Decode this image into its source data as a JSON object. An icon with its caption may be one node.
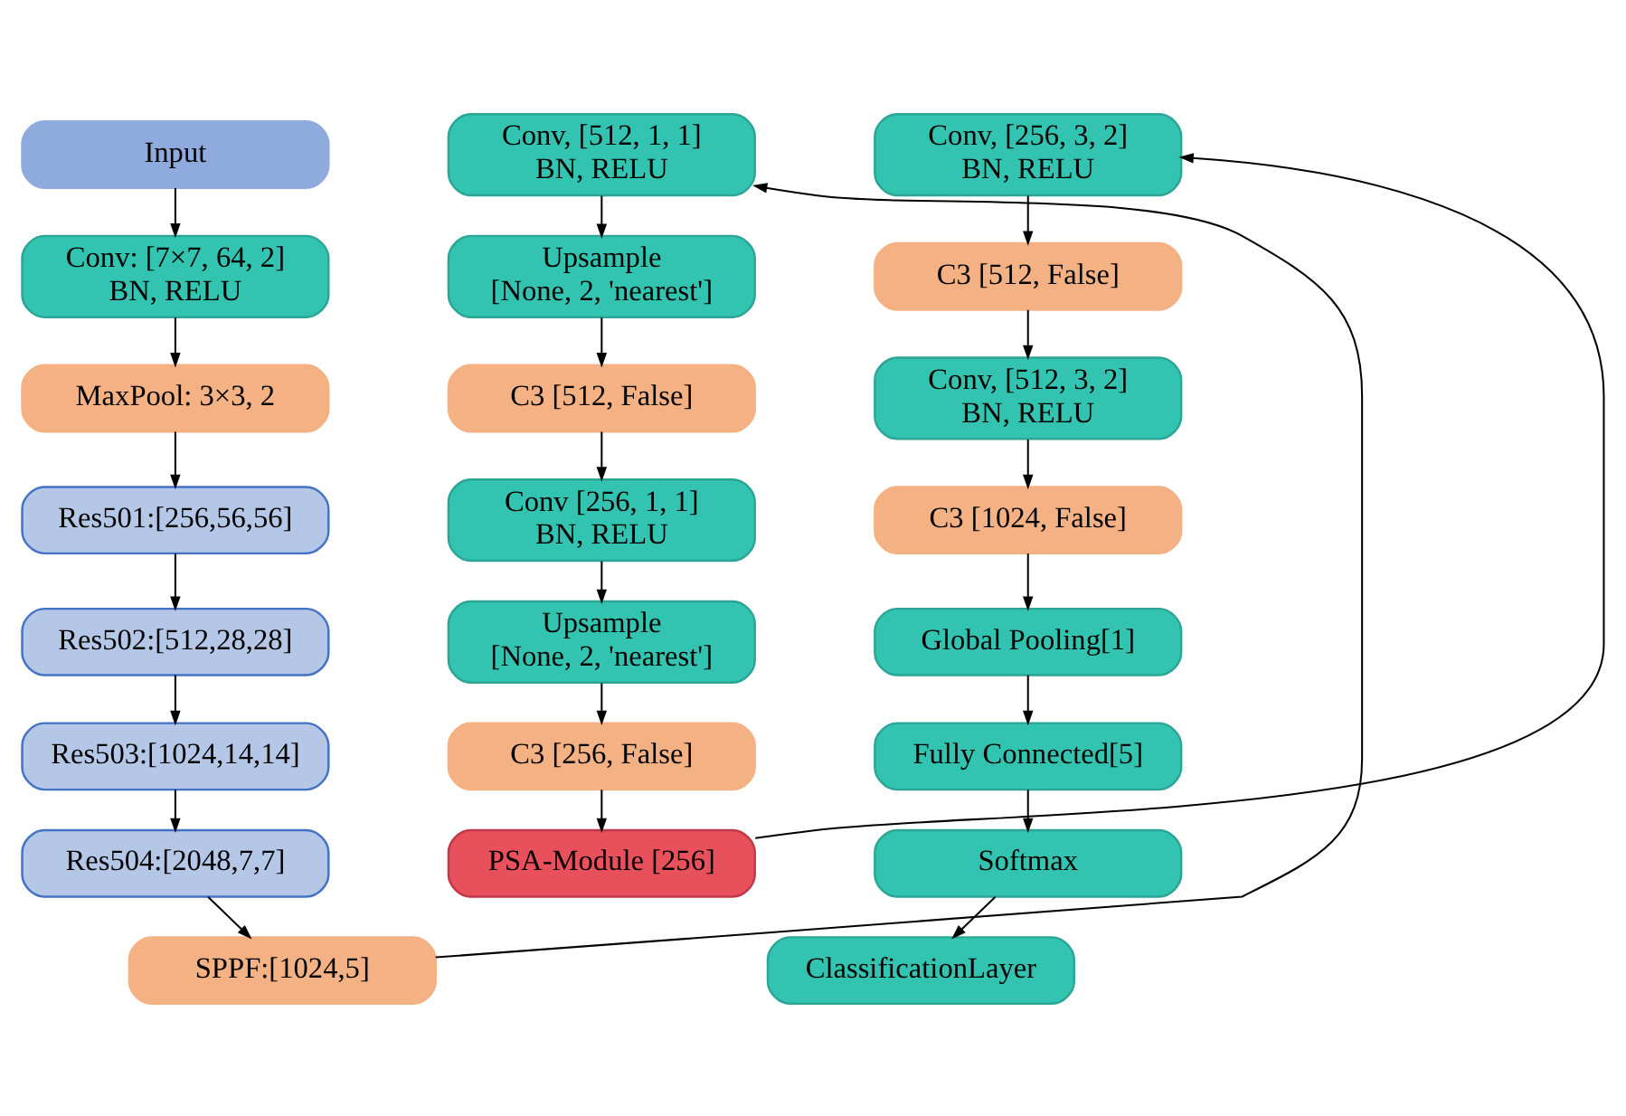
{
  "diagram": {
    "nodes": [
      {
        "text": [
          "Input"
        ]
      },
      {
        "text": [
          "Conv: [7×7, 64, 2] BN, RELU"
        ]
      },
      {
        "text": [
          "MaxPool: 3×3, 2"
        ]
      },
      {
        "text": [
          "Res501:[256,56,56]"
        ]
      },
      {
        "text": [
          "Res502:[512,28,28]"
        ]
      },
      {
        "text": [
          "Res503:[1024,14,14]"
        ]
      },
      {
        "text": [
          "Res504:[2048,7,7]"
        ]
      },
      {
        "text": [
          "SPPF:[1024,5]"
        ]
      },
      {
        "text": [
          "Conv, [512, 1, 1] BN, RELU"
        ]
      },
      {
        "text": [
          "Upsample [None, 2, 'nearest']"
        ]
      },
      {
        "text": [
          "C3 [512, False]"
        ]
      },
      {
        "text": [
          "Conv [256, 1, 1] BN, RELU"
        ]
      },
      {
        "text": [
          "Upsample [None, 2, 'nearest']"
        ]
      },
      {
        "text": [
          "C3 [256, False]"
        ]
      },
      {
        "text": [
          "PSA-Module [256]"
        ]
      },
      {
        "text": [
          "Conv, [256, 3, 2] BN, RELU"
        ]
      },
      {
        "text": [
          "C3 [512, False]"
        ]
      },
      {
        "text": [
          "Conv, [512, 3, 2] BN, RELU"
        ]
      },
      {
        "text": [
          "C3 [1024, False]"
        ]
      },
      {
        "text": [
          "Global Pooling[1]"
        ]
      },
      {
        "text": [
          "Fully Connected[5]"
        ]
      },
      {
        "text": [
          "Softmax"
        ]
      },
      {
        "text": [
          "ClassificationLayer"
        ]
      }
    ],
    "edges": [
      {
        "from": 0,
        "to": 1,
        "arrow": "to"
      },
      {
        "from": 1,
        "to": 2,
        "arrow": "to"
      },
      {
        "from": 2,
        "to": 3,
        "arrow": "to"
      },
      {
        "from": 3,
        "to": 4,
        "arrow": "to"
      },
      {
        "from": 4,
        "to": 5,
        "arrow": "to"
      },
      {
        "from": 5,
        "to": 6,
        "arrow": "to"
      },
      {
        "from": 6,
        "to": 7,
        "arrow": "to"
      },
      {
        "from": 7,
        "to": 8,
        "arrow": "to"
      },
      {
        "from": 8,
        "to": 9,
        "arrow": "to"
      },
      {
        "from": 9,
        "to": 10,
        "arrow": "to"
      },
      {
        "from": 10,
        "to": 11,
        "arrow": "to"
      },
      {
        "from": 11,
        "to": 12,
        "arrow": "to"
      },
      {
        "from": 12,
        "to": 13,
        "arrow": "to"
      },
      {
        "from": 13,
        "to": 14,
        "arrow": "to"
      },
      {
        "from": 14,
        "to": 15,
        "arrow": "to"
      },
      {
        "from": 15,
        "to": 16,
        "arrow": "to"
      },
      {
        "from": 16,
        "to": 17,
        "arrow": "to"
      },
      {
        "from": 17,
        "to": 18,
        "arrow": "to"
      },
      {
        "from": 18,
        "to": 19,
        "arrow": "to"
      },
      {
        "from": 19,
        "to": 20,
        "arrow": "to"
      },
      {
        "from": 20,
        "to": 21,
        "arrow": "to"
      },
      {
        "from": 21,
        "to": 22,
        "arrow": "to"
      }
    ]
  }
}
